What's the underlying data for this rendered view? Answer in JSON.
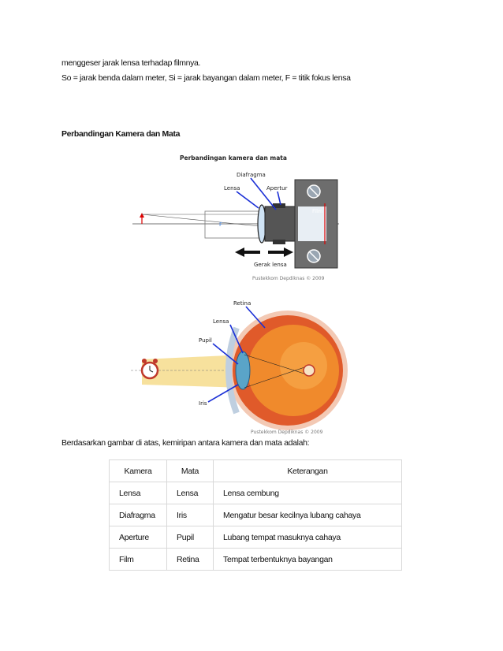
{
  "doc": {
    "line1": "menggeser jarak lensa terhadap filmnya.",
    "line2": "So = jarak benda dalam meter, Si = jarak bayangan dalam meter, F = titik fokus lensa",
    "heading": "Perbandingan Kamera dan Mata",
    "intro": "Berdasarkan gambar di atas, kemiripan antara kamera dan mata adalah:"
  },
  "camera_figure": {
    "title": "Perbandingan kamera dan mata",
    "label_diafragma": "Diafragma",
    "label_lensa": "Lensa",
    "label_apertur": "Apertur",
    "label_film": "Film",
    "label_gerak": "Gerak lensa",
    "label_f": "F",
    "credit": "Pustekkom Depdiknas © 2009"
  },
  "eye_figure": {
    "label_retina": "Retina",
    "label_lensa": "Lensa",
    "label_pupil": "Pupil",
    "label_iris": "Iris",
    "credit": "Pustekkom Depdiknas © 2009"
  },
  "table": {
    "headers": [
      "Kamera",
      "Mata",
      "Keterangan"
    ],
    "rows": [
      [
        "Lensa",
        "Lensa",
        "Lensa cembung"
      ],
      [
        "Diafragma",
        "Iris",
        "Mengatur besar kecilnya lubang cahaya"
      ],
      [
        "Aperture",
        "Pupil",
        "Lubang tempat masuknya cahaya"
      ],
      [
        "Film",
        "Retina",
        "Tempat terbentuknya bayangan"
      ]
    ]
  },
  "colors": {
    "arrow_blue": "#1a2fd6",
    "eye_red": "#d8361b",
    "beam_yellow": "#f6dc8c"
  }
}
